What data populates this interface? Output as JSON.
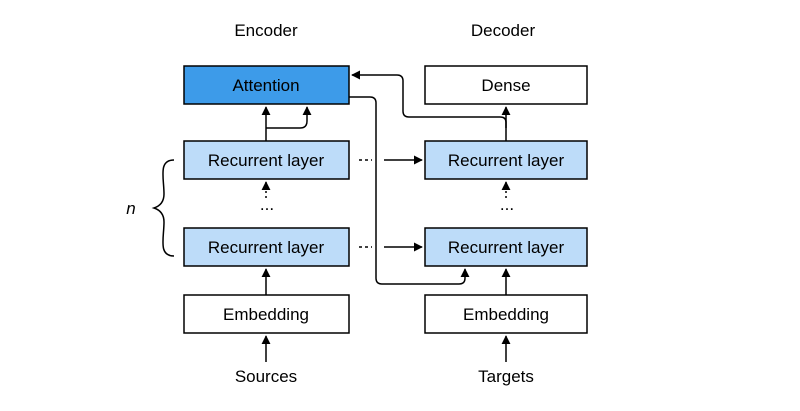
{
  "encoder": {
    "heading": "Encoder",
    "attention": "Attention",
    "recurrent_top": "Recurrent layer",
    "recurrent_bottom": "Recurrent layer",
    "ellipsis": "...",
    "embedding": "Embedding",
    "input": "Sources"
  },
  "decoder": {
    "heading": "Decoder",
    "dense": "Dense",
    "recurrent_top": "Recurrent layer",
    "recurrent_bottom": "Recurrent layer",
    "ellipsis": "...",
    "embedding": "Embedding",
    "input": "Targets"
  },
  "repeat_label": "n",
  "colors": {
    "attention_fill": "#3d9be9",
    "recurrent_fill": "#bddcf9",
    "plain_fill": "#ffffff",
    "stroke": "#000000"
  }
}
